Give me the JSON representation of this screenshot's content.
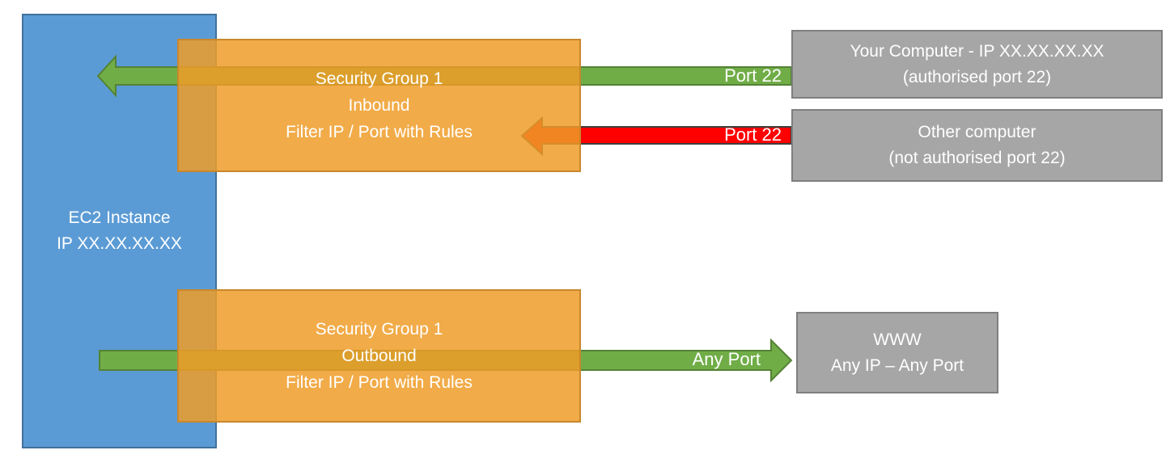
{
  "canvas": {
    "background": "#FFFFFF"
  },
  "colors": {
    "ec2_fill": "#5B9BD5",
    "ec2_border": "#41719C",
    "security_group_fill": "rgba(238,156,40,0.85)",
    "security_group_border": "#C9872B",
    "endpoint_fill": "#A6A6A6",
    "endpoint_border": "#7F7F7F",
    "allowed_arrow": "#70AD47",
    "allowed_arrow_border": "#548235",
    "blocked_arrow": "#FF0000",
    "blocked_arrow_border": "#3F3F3F",
    "text": "#FFFFFF"
  },
  "nodes": {
    "ec2": {
      "lines": [
        "EC2 Instance",
        "IP XX.XX.XX.XX"
      ]
    },
    "sg_inbound": {
      "lines": [
        "Security Group 1",
        "Inbound",
        "Filter IP / Port with Rules"
      ]
    },
    "sg_outbound": {
      "lines": [
        "Security Group 1",
        "Outbound",
        "Filter IP / Port with Rules"
      ]
    },
    "your_computer": {
      "lines": [
        "Your Computer - IP XX.XX.XX.XX",
        "(authorised port 22)"
      ]
    },
    "other_computer": {
      "lines": [
        "Other computer",
        "(not authorised port 22)"
      ]
    },
    "www": {
      "lines": [
        "WWW",
        "Any IP – Any Port"
      ]
    }
  },
  "arrows": {
    "inbound_allowed": {
      "label": "Port 22",
      "color": "#70AD47",
      "direction": "left"
    },
    "inbound_blocked": {
      "label": "Port 22",
      "color": "#FF0000",
      "direction": "left"
    },
    "outbound_allowed": {
      "label": "Any Port",
      "color": "#70AD47",
      "direction": "right"
    }
  }
}
